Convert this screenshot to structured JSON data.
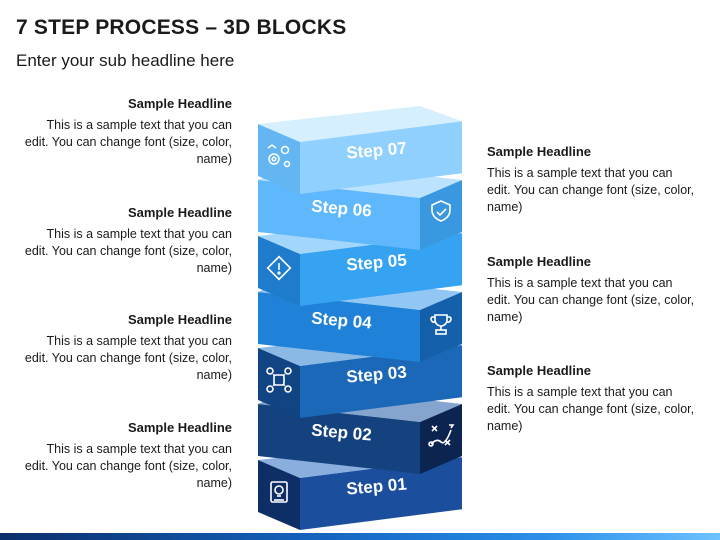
{
  "title": "7 STEP PROCESS – 3D BLOCKS",
  "subtitle": "Enter your sub headline here",
  "steps": [
    {
      "label": "Step 01",
      "icon": "idea-book-icon"
    },
    {
      "label": "Step 02",
      "icon": "strategy-play-icon"
    },
    {
      "label": "Step 03",
      "icon": "network-hub-icon"
    },
    {
      "label": "Step 04",
      "icon": "trophy-icon"
    },
    {
      "label": "Step 05",
      "icon": "warning-sign-icon"
    },
    {
      "label": "Step 06",
      "icon": "shield-check-icon"
    },
    {
      "label": "Step 07",
      "icon": "team-gears-icon"
    }
  ],
  "text_blocks": [
    {
      "headline": "Sample Headline",
      "body": "This is a sample text that you can edit. You can change font (size, color, name)"
    },
    {
      "headline": "Sample Headline",
      "body": "This is a sample text that you can edit. You can change font (size, color, name)"
    },
    {
      "headline": "Sample Headline",
      "body": "This is a sample text that you can edit. You can change font (size, color, name)"
    },
    {
      "headline": "Sample Headline",
      "body": "This is a sample text that you can edit. You can change font (size, color, name)"
    },
    {
      "headline": "Sample Headline",
      "body": "This is a sample text that you can edit. You can change font (size, color, name)"
    },
    {
      "headline": "Sample Headline",
      "body": "This is a sample text that you can edit. You can change font (size, color, name)"
    },
    {
      "headline": "Sample Headline",
      "body": "This is a sample text that you can edit. You can change font (size, color, name)"
    }
  ],
  "colors": {
    "step_fronts": [
      "#1b4f9e",
      "#14427f",
      "#1c68b8",
      "#1f82d8",
      "#36a2f2",
      "#5fb8fb",
      "#8fd0ff"
    ],
    "step_tops": [
      "#2a6cc2",
      "#205aa6",
      "#2b7fd0",
      "#3b99ea",
      "#58b5f8",
      "#84cbff",
      "#b5e2ff"
    ],
    "step_sides": [
      "#0d2f66",
      "#0b2550",
      "#104482",
      "#1560aa",
      "#1f7ccc",
      "#3a98e0",
      "#63b6f2"
    ]
  }
}
